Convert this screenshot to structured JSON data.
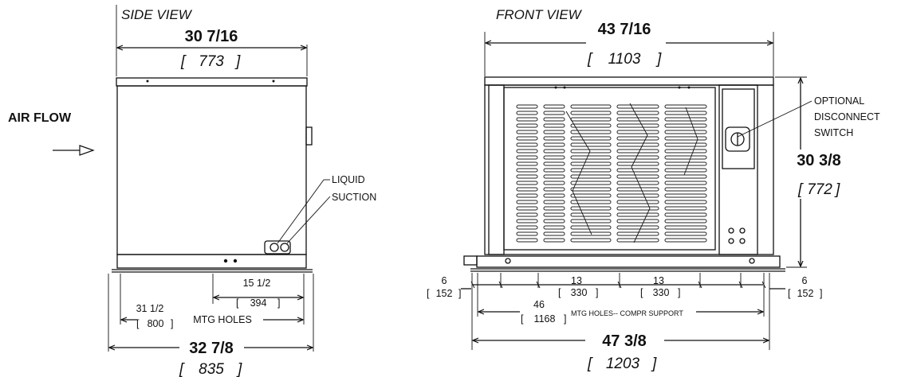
{
  "side_view": {
    "title": "SIDE VIEW",
    "top_width_in": "30 7/16",
    "top_width_mm": "773",
    "air_flow": "AIR FLOW",
    "callout_liquid": "LIQUID",
    "callout_suction": "SUCTION",
    "holes_in": "15 1/2",
    "holes_mm": "394",
    "mtg_in": "31 1/2",
    "mtg_mm": "800",
    "mtg_label": "MTG HOLES",
    "base_in": "32 7/8",
    "base_mm": "835"
  },
  "front_view": {
    "title": "FRONT VIEW",
    "top_width_in": "43 7/16",
    "top_width_mm": "1103",
    "callout_optional": "OPTIONAL",
    "callout_disconnect": "DISCONNECT",
    "callout_switch": "SWITCH",
    "height_in": "30 3/8",
    "height_mm": "772",
    "left_in": "6",
    "left_mm": "152",
    "mid1_in": "13",
    "mid1_mm": "330",
    "mid2_in": "13",
    "mid2_mm": "330",
    "right_in": "6",
    "right_mm": "152",
    "support_in": "46",
    "support_mm": "1168",
    "support_label": "MTG HOLES-- COMPR SUPPORT",
    "base_in": "47 3/8",
    "base_mm": "1203"
  }
}
